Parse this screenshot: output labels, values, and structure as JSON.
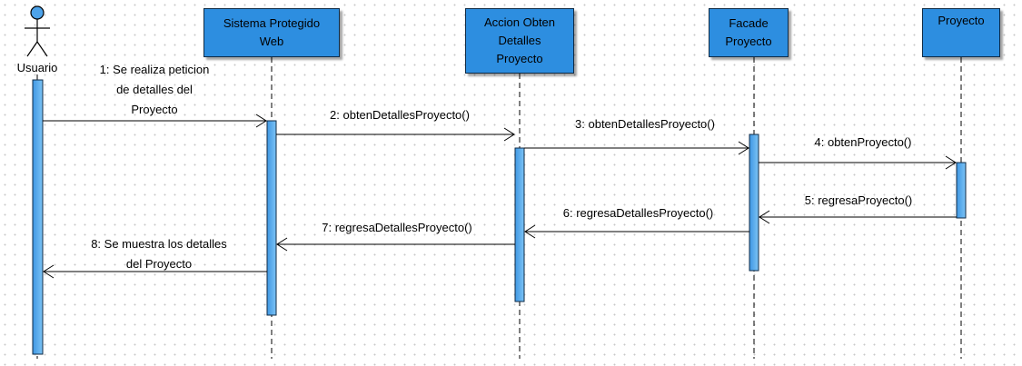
{
  "actor": {
    "name": "Usuario"
  },
  "lifelines": {
    "web": "Sistema Protegido\nWeb",
    "accion": "Accion Obten\nDetalles\nProyecto",
    "facade": "Facade\nProyecto",
    "proyecto": "Proyecto"
  },
  "messages": {
    "m1": "1: Se realiza peticion\nde detalles del\nProyecto",
    "m2": "2: obtenDetallesProyecto()",
    "m3": "3: obtenDetallesProyecto()",
    "m4": "4: obtenProyecto()",
    "m5": "5: regresaProyecto()",
    "m6": "6: regresaDetallesProyecto()",
    "m7": "7: regresaDetallesProyecto()",
    "m8": "8: Se muestra los detalles\ndel Proyecto"
  },
  "colors": {
    "header_fill": "#2d8ee0",
    "activation_fill": "#4aa3ea",
    "line": "#000000"
  }
}
